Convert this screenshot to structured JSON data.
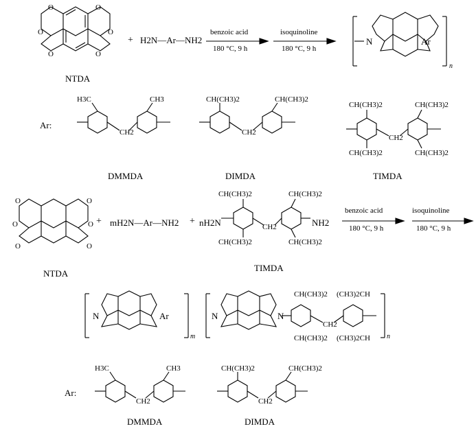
{
  "row1": {
    "ntda_label": "NTDA",
    "plus": "+",
    "diamine": "H2N—Ar—NH2",
    "step1_top": "benzoic acid",
    "step1_bottom": "180 °C, 9 h",
    "step2_top": "isoquinoline",
    "step2_bottom": "180 °C, 9 h",
    "polymer_subscript": "n",
    "polymer_ar": "Ar",
    "polymer_n": "N"
  },
  "ar_row1": {
    "ar_label": "Ar:",
    "dmmda": {
      "label": "DMMDA",
      "sub_left": "H3C",
      "sub_right": "CH3",
      "bridge": "CH2"
    },
    "dimda": {
      "label": "DIMDA",
      "sub_left": "CH(CH3)2",
      "sub_right": "CH(CH3)2",
      "bridge": "CH2"
    },
    "timda": {
      "label": "TIMDA",
      "sub": "CH(CH3)2",
      "bridge": "CH2"
    }
  },
  "row3": {
    "ntda_label": "NTDA",
    "plus1": "+",
    "m_diamine": "mH2N—Ar—NH2",
    "plus2": "+",
    "n_prefix": "nH2N",
    "nh2": "NH2",
    "timda_label": "TIMDA",
    "sub": "CH(CH3)2",
    "bridge": "CH2",
    "step1_top": "benzoic acid",
    "step1_bottom": "180 °C, 9 h",
    "step2_top": "isoquinoline",
    "step2_bottom": "180 °C, 9 h"
  },
  "copolymer": {
    "m": "m",
    "n": "n",
    "ar": "Ar",
    "nlbl": "N",
    "sub_right": "CH(CH3)2",
    "sub_left": "(CH3)2CH",
    "bridge": "CH2"
  },
  "ar_row2": {
    "ar_label": "Ar:",
    "dmmda": {
      "label": "DMMDA",
      "sub_left": "H3C",
      "sub_right": "CH3",
      "bridge": "CH2"
    },
    "dimda": {
      "label": "DIMDA",
      "sub_left": "CH(CH3)2",
      "sub_right": "CH(CH3)2",
      "bridge": "CH2"
    }
  }
}
